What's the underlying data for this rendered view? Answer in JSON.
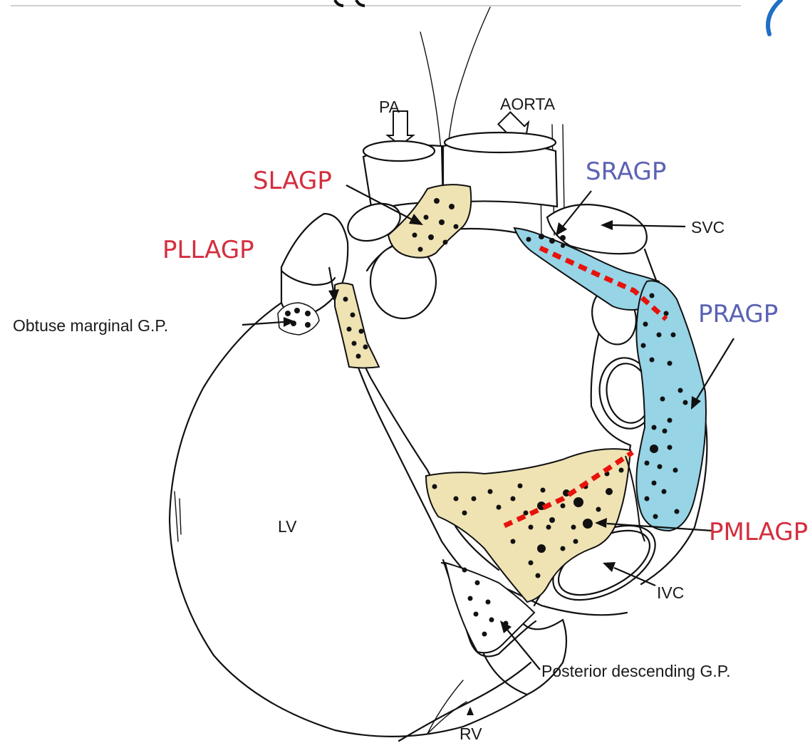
{
  "diagram": {
    "labels": {
      "pa": "PA",
      "aorta": "AORTA",
      "slagp": "SLAGP",
      "sragp": "SRAGP",
      "svc": "SVC",
      "pllagp": "PLLAGP",
      "obtuse": "Obtuse marginal G.P.",
      "pragp": "PRAGP",
      "lv": "LV",
      "pmlagp": "PMLAGP",
      "ivc": "IVC",
      "posterior": "Posterior descending G.P.",
      "rv": "RV"
    },
    "colors": {
      "left_ganglia_fill": "#efe3b4",
      "right_ganglia_fill": "#96d4e6",
      "red_label": "#d42e3e",
      "blue_label": "#5b62b4",
      "ablation_line": "#e8120c"
    }
  }
}
